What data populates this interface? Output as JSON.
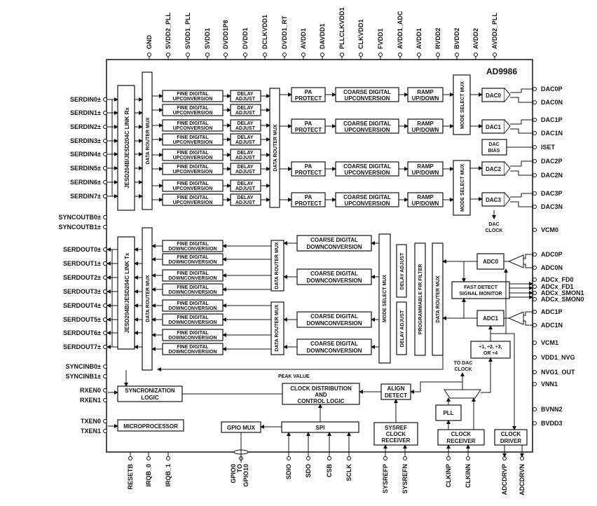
{
  "chip": "AD9986",
  "top_pins": [
    "GND",
    "SVDD2_PLL",
    "SVDD1_PLL",
    "SVDD1",
    "DVDD1P8",
    "DVDD1",
    "DCLKVDD1",
    "DVDD1_RT",
    "AVDD1",
    "DAVDD1",
    "PLLCLKVDD1",
    "CLKVDD1",
    "FVDD1",
    "AVDD1_ADC",
    "AVDD1",
    "RVDD2",
    "BVDD2",
    "AVDD2",
    "AVDD2_PLL"
  ],
  "bottom_pins": [
    "RESETB",
    "IRQB_0",
    "IRQB_1",
    "GPIO0 TO GPIO10",
    "SDIO",
    "SDO",
    "CSB",
    "SCLK",
    "SYSREFP",
    "SYSREFN",
    "CLKINP",
    "CLKINN",
    "ADCDRVP",
    "ADCDRVN"
  ],
  "left_pins": [
    "SERDIN0±",
    "SERDIN1±",
    "SERDIN2±",
    "SERDIN3±",
    "SERDIN4±",
    "SERDIN5±",
    "SERDIN6±",
    "SERDIN7±",
    "SYNCOUTB0±",
    "SYNCOUTB1±",
    "SERDOUT0±",
    "SERDOUT1±",
    "SERDOUT2±",
    "SERDOUT3±",
    "SERDOUT4±",
    "SERDOUT5±",
    "SERDOUT6±",
    "SERDOUT7±",
    "SYNCINB0±",
    "SYNCINB1±",
    "RXEN0",
    "RXEN1",
    "TXEN0",
    "TXEN1"
  ],
  "right_pins": [
    "DAC0P",
    "DAC0N",
    "DAC1P",
    "DAC1N",
    "ISET",
    "DAC2P",
    "DAC2N",
    "DAC3P",
    "DAC3N",
    "VCM0",
    "ADC0P",
    "ADC0N",
    "ADCx_FD0",
    "ADCx_FD1",
    "ADCx_SMON1",
    "ADCx_SMON0",
    "ADC1P",
    "ADC1N",
    "VCM1",
    "VDD1_NVG",
    "NVG1_OUT",
    "VNN1",
    "BVNN2",
    "BVDD3"
  ],
  "blocks": {
    "jesd_rx": "JESD204B/JESD204C LINK Rx",
    "jesd_tx": "JESD204B/JESD204C LINK Tx",
    "data_router_mux": "DATA ROUTER MUX",
    "fine_up_1": "FINE DIGITAL",
    "fine_up_2": "UPCONVERSION",
    "delay_1": "DELAY",
    "delay_2": "ADJUST",
    "pa_1": "PA",
    "pa_2": "PROTECT",
    "coarse_up_1": "COARSE DIGITAL",
    "coarse_up_2": "UPCONVERSION",
    "ramp_1": "RAMP",
    "ramp_2": "UP/DOWN",
    "mode_select_mux": "MODE SELECT MUX",
    "dacs": [
      "DAC0",
      "DAC1",
      "DAC2",
      "DAC3"
    ],
    "dac_bias_1": "DAC",
    "dac_bias_2": "BIAS",
    "dac_clock_1": "DAC",
    "dac_clock_2": "CLOCK",
    "fine_down_1": "FINE DIGITAL",
    "fine_down_2": "DOWNCONVERSION",
    "coarse_down_1": "COARSE DIGITAL",
    "coarse_down_2": "DOWNCONVERSION",
    "delay_adjust": "DELAY ADJUST",
    "fir": "PROGRAMMABLE FIR FILTER",
    "adcs": [
      "ADC0",
      "ADC1"
    ],
    "fast_detect_1": "FAST DETECT",
    "fast_detect_2": "SIGNAL MONITOR",
    "divider_1": "÷1, ÷2, ÷3,",
    "divider_2": "OR ÷4",
    "to_dac_clock_1": "TO DAC",
    "to_dac_clock_2": "CLOCK",
    "peak_value": "PEAK VALUE",
    "sync_logic_1": "SYNCRONIZATION",
    "sync_logic_2": "LOGIC",
    "clock_dist_1": "CLOCK DISTRIBUTION",
    "clock_dist_2": "AND",
    "clock_dist_3": "CONTROL LOGIC",
    "align_1": "ALIGN",
    "align_2": "DETECT",
    "pll": "PLL",
    "microprocessor": "MICROPROCESSOR",
    "gpio_mux": "GPIO MUX",
    "spi": "SPI",
    "sysref_1": "SYSREF",
    "sysref_2": "CLOCK",
    "sysref_3": "RECEIVER",
    "clock_rx_1": "CLOCK",
    "clock_rx_2": "RECEIVER",
    "clock_drv_1": "CLOCK",
    "clock_drv_2": "DRIVER"
  }
}
